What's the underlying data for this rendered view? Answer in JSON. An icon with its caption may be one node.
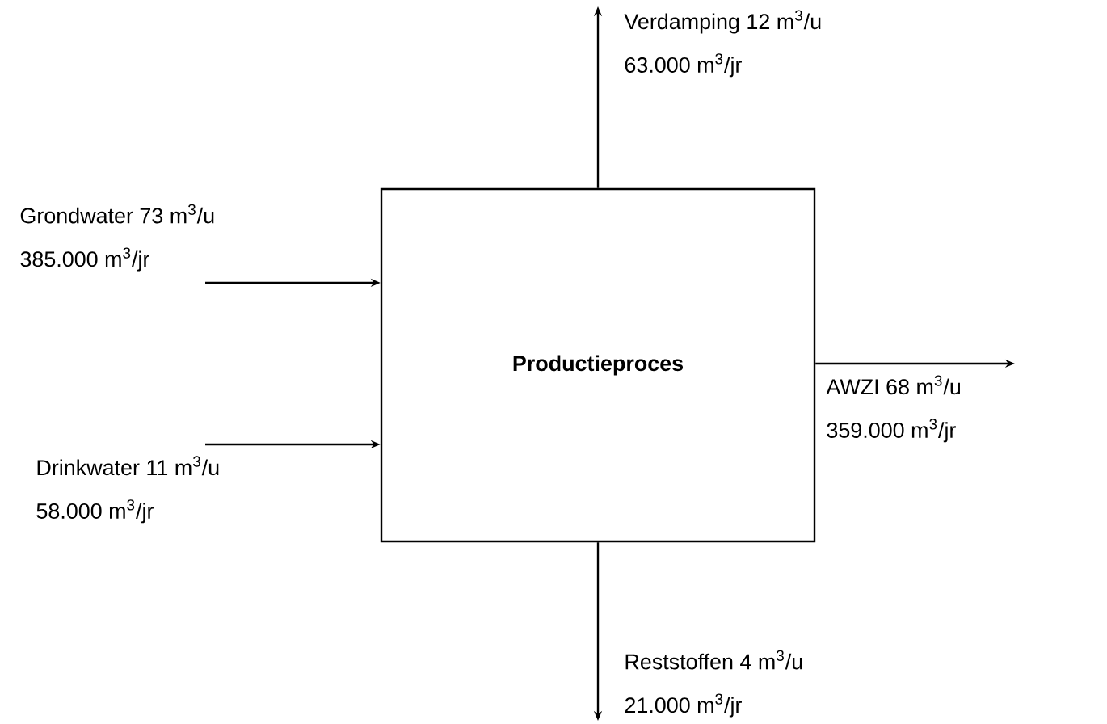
{
  "diagram": {
    "nodes": [
      {
        "text": [
          "Productieproces"
        ]
      },
      {
        "text": [
          "Grondwater 73 m$^{3}$/u",
          "385.000 m$^{3}$/jr"
        ]
      },
      {
        "text": [
          "Drinkwater 11 m$^{3}$/u",
          "58.000 m$^{3}$/jr"
        ]
      },
      {
        "text": [
          "AWZI 68 m$^{3}$/u",
          "359.000 m$^{3}$/jr"
        ]
      },
      {
        "text": [
          "Verdamping 12 m$^{3}$/u",
          "63.000 m$^{3}$/jr"
        ]
      },
      {
        "text": [
          "Reststoffen 4 m$^{3}$/u",
          "21.000 m$^{3}$/jr"
        ]
      }
    ],
    "edges": [
      {
        "from": 1,
        "to": 0,
        "arrow": "to"
      },
      {
        "from": 2,
        "to": 0,
        "arrow": "to"
      },
      {
        "from": 0,
        "to": 3,
        "arrow": "to"
      },
      {
        "from": 0,
        "to": 4,
        "arrow": "to"
      },
      {
        "from": 0,
        "to": 5,
        "arrow": "to"
      }
    ]
  }
}
